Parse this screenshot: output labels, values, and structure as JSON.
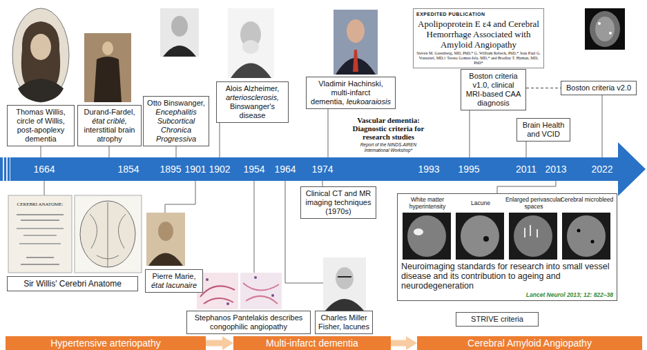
{
  "diagram": {
    "nodes": [
      {
        "text": [
          "Thomas Willis, circle of Willis, post-apoplexy dementia"
        ]
      },
      {
        "text": [
          "Durand-Fardel,",
          "état criblé,",
          "interstitial brain atrophy"
        ]
      },
      {
        "text": [
          "Otto Binswanger,",
          "Encephalitis Subcortical Chronica Progressiva"
        ]
      },
      {
        "text": [
          "Alois Alzheimer,",
          "arteriosclerosis,",
          "Binswanger's disease"
        ]
      },
      {
        "text": [
          "Vladimir Hachinski, multi-infarct dementia,",
          "leukoaraiosis"
        ]
      },
      {
        "text": [
          "Vascular dementia: Diagnostic criteria for research studies",
          "Report of the NINDS-AIREN International Workshop*"
        ]
      },
      {
        "text": [
          "EXPEDITED PUBLICATION",
          "Apolipoprotein E ε4 and Cerebral Hemorrhage Associated with Amyloid Angiopathy",
          "Steven M. Greenberg, MD, PhD,* G. William Rebeck, PhD,* Jean Paul G. Vonsattel, MD,† Teresa Gomez-Isla, MD,* and Bradley T. Hyman, MD, PhD*"
        ]
      },
      {
        "text": [
          "Boston criteria v1.0, clinical MRI-based CAA diagnosis"
        ]
      },
      {
        "text": [
          "Brain Health and VCID"
        ]
      },
      {
        "text": [
          "Boston criteria v2.0"
        ]
      },
      {
        "text": [
          "Sir Willis' Cerebri Anatome"
        ]
      },
      {
        "text": [
          "Pierre Marie,",
          "état lacunaire"
        ]
      },
      {
        "text": [
          "Stephanos Pantelakis describes congophilic angiopathy"
        ]
      },
      {
        "text": [
          "Clinical CT and MR imaging techniques (1970s)"
        ]
      },
      {
        "text": [
          "Charles Miller Fisher, lacunes"
        ]
      },
      {
        "text": [
          "White matter hyperintensity",
          "Lacune",
          "Enlarged perivascular spaces",
          "Cerebral microbleed",
          "Neuroimaging standards for research into small vessel disease and its contribution to ageing and neurodegeneration",
          "Lancet Neurol 2013; 12: 822–38"
        ]
      },
      {
        "text": [
          "STRIVE criteria"
        ]
      },
      {
        "text": [
          "Hypertensive arteriopathy"
        ]
      },
      {
        "text": [
          "Multi-infarct dementia"
        ]
      },
      {
        "text": [
          "Cerebral Amyloid Angiopathy"
        ]
      }
    ],
    "edges": [
      {
        "from": 17,
        "to": 18,
        "arrow": "to"
      },
      {
        "from": 18,
        "to": 19,
        "arrow": "to"
      },
      {
        "from": 7,
        "to": 9,
        "arrow": "none"
      }
    ],
    "labels": [
      "1664",
      "1854",
      "1895",
      "1901",
      "1902",
      "1954",
      "1964",
      "1974",
      "1993",
      "1995",
      "2011",
      "2013",
      "2022",
      "CEREBRI ANATOME:"
    ]
  }
}
